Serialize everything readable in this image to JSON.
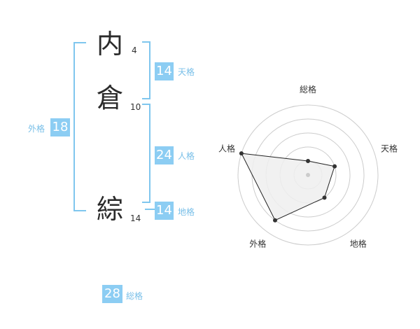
{
  "name": {
    "chars": [
      {
        "char": "内",
        "strokes": "4"
      },
      {
        "char": "倉",
        "strokes": "10"
      },
      {
        "char": "綜",
        "strokes": "14"
      }
    ]
  },
  "scores": {
    "tenkaku": {
      "value": "14",
      "label": "天格"
    },
    "jinkaku": {
      "value": "24",
      "label": "人格"
    },
    "chikaku": {
      "value": "14",
      "label": "地格"
    },
    "gaikaku": {
      "value": "18",
      "label": "外格"
    },
    "soukaku": {
      "value": "28",
      "label": "総格"
    }
  },
  "chart_data": {
    "type": "radar",
    "axes": [
      "総格",
      "天格",
      "地格",
      "外格",
      "人格"
    ],
    "values": [
      1,
      2,
      2,
      4,
      5
    ],
    "max": 5,
    "rings": 5,
    "colors": {
      "fill": "#efefef",
      "ring": "#cccccc",
      "line": "#222222",
      "point": "#333333",
      "center": "#cccccc"
    }
  }
}
